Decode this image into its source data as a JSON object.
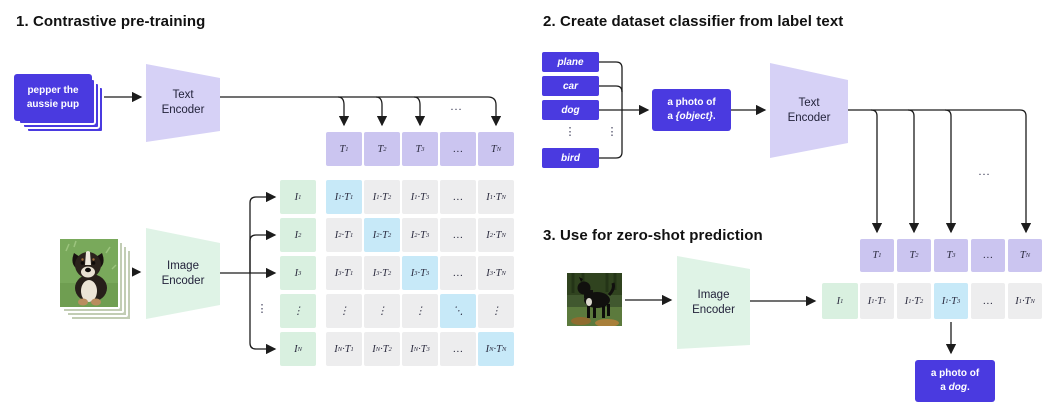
{
  "palette": {
    "indigo": "#4a3ae0",
    "lavender_box": "#cbc5f0",
    "lavender_trap": "#d6d1f6",
    "green_box": "#d9f0e0",
    "green_trap": "#dff3e6",
    "cell_gray": "#ededee",
    "cell_blue": "#c7e9f8",
    "line": "#1c1c1c"
  },
  "s1": {
    "heading": "1. Contrastive pre-training",
    "text_input": {
      "line1": "pepper the",
      "line2": "aussie pup"
    },
    "text_encoder_label": "Text Encoder",
    "image_encoder_label": "Image Encoder",
    "arrow_ellipsis": "…",
    "left_dots": "⋮",
    "t_headers": [
      "T_1",
      "T_2",
      "T_3",
      "…",
      "T_N"
    ],
    "i_labels": [
      "I_1",
      "I_2",
      "I_3",
      "⋮",
      "I_N"
    ],
    "matrix": [
      [
        "I_1·T_1",
        "I_1·T_2",
        "I_1·T_3",
        "…",
        "I_1·T_N"
      ],
      [
        "I_2·T_1",
        "I_2·T_2",
        "I_2·T_3",
        "…",
        "I_2·T_N"
      ],
      [
        "I_3·T_1",
        "I_3·T_2",
        "I_3·T_3",
        "…",
        "I_3·T_N"
      ],
      [
        "⋮",
        "⋮",
        "⋮",
        "⋱",
        "⋮"
      ],
      [
        "I_N·T_1",
        "I_N·T_2",
        "I_N·T_3",
        "…",
        "I_N·T_N"
      ]
    ]
  },
  "s2": {
    "heading": "2. Create dataset classifier from label text",
    "labels": [
      "plane",
      "car",
      "dog",
      "bird"
    ],
    "label_dots": "⋮",
    "connector_dots": "⋮",
    "prompt": {
      "line1": "a photo of",
      "line2": "a *{object}*."
    },
    "text_encoder_label": "Text Encoder",
    "arrow_ellipsis": "…"
  },
  "s3": {
    "heading": "3. Use for zero-shot prediction",
    "image_encoder_label": "Image Encoder",
    "image_embedding": "I_1",
    "t_headers": [
      "T_1",
      "T_2",
      "T_3",
      "…",
      "T_N"
    ],
    "cells": [
      "I_1·T_1",
      "I_1·T_2",
      "I_1·T_3",
      "…",
      "I_1·T_N"
    ],
    "result": {
      "line1": "a photo of",
      "line2": "a *dog*."
    }
  }
}
